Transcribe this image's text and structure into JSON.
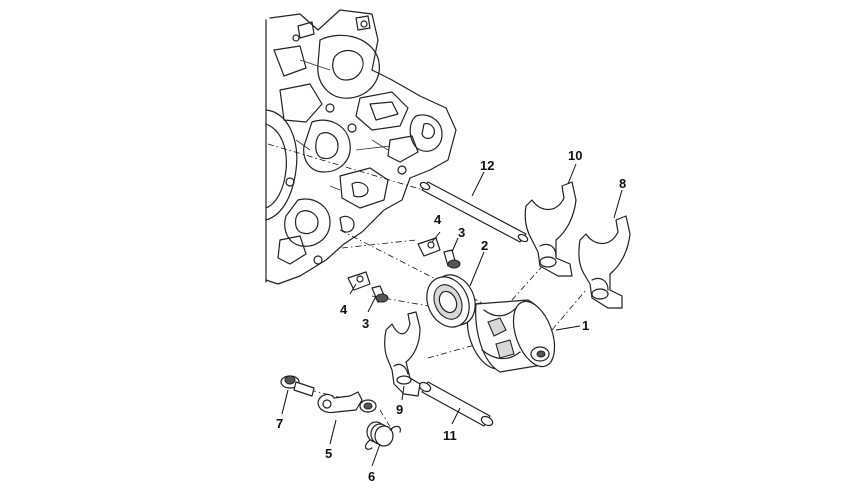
{
  "callouts": {
    "c1": "1",
    "c2": "2",
    "c3a": "3",
    "c3b": "3",
    "c4a": "4",
    "c4b": "4",
    "c5": "5",
    "c6": "6",
    "c7": "7",
    "c8": "8",
    "c9": "9",
    "c10": "10",
    "c11": "11",
    "c12": "12"
  }
}
